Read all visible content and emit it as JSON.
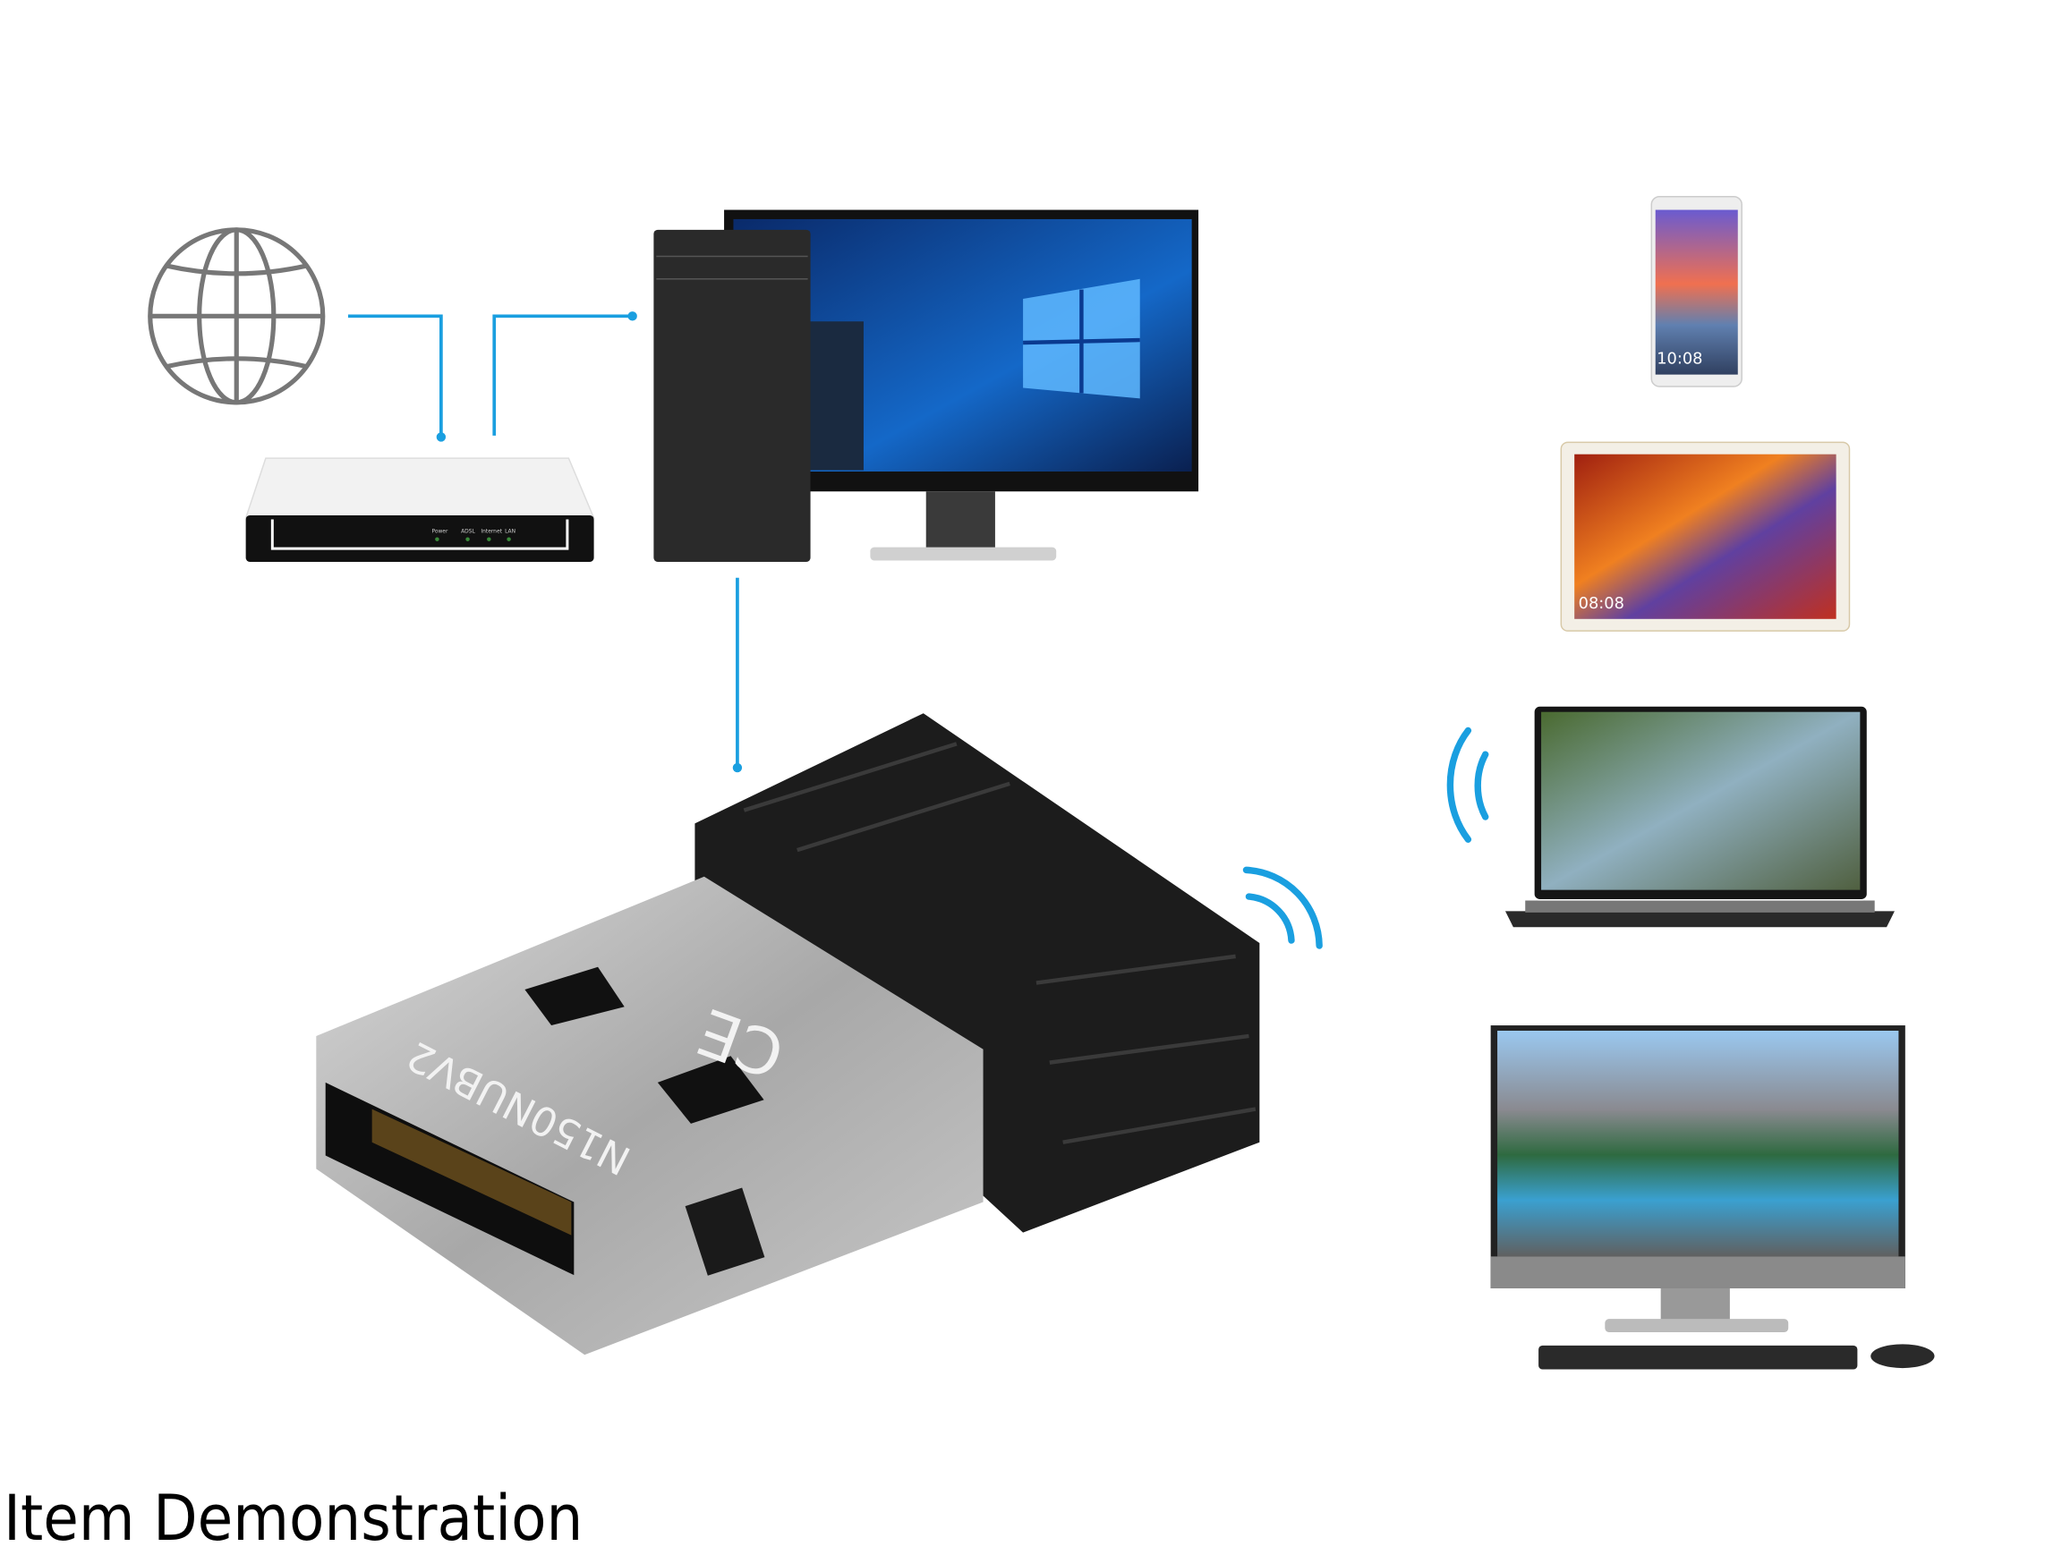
{
  "caption": "Item Demonstration",
  "colors": {
    "connector": "#1a9fe0",
    "wifi": "#1a9fe0",
    "globe": "#777777",
    "dongle_body": "#1c1c1c",
    "dongle_metal": "#b9b9b9"
  },
  "router": {
    "leds": [
      "Power",
      "ADSL",
      "Internet",
      "LAN"
    ]
  },
  "dongle": {
    "model": "N150NUBV2"
  },
  "phone": {
    "clock": "10:08"
  },
  "tablet": {
    "clock": "08:08"
  },
  "icons": [
    "globe-icon",
    "wifi-signal-icon"
  ]
}
